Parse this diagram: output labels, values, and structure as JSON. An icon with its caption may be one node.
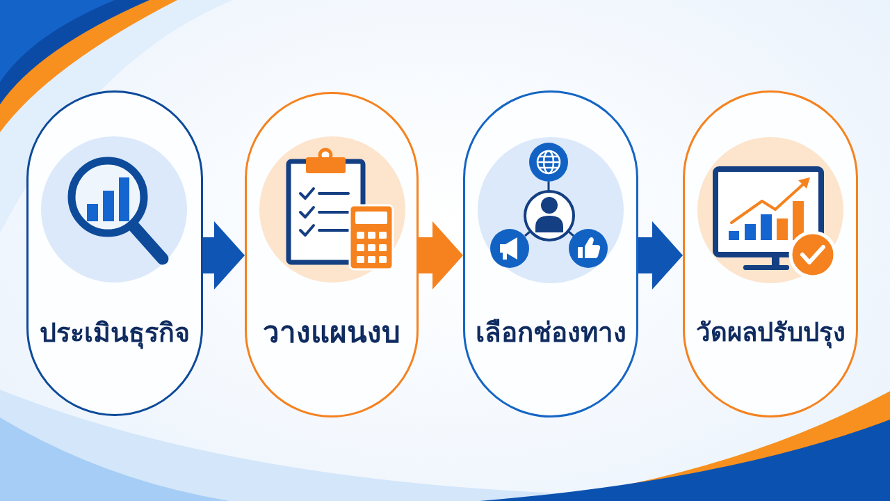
{
  "diagram": {
    "nodes": [
      {
        "text": [
          "ประเมินธุรกิจ"
        ]
      },
      {
        "text": [
          "วางแผนงบ"
        ]
      },
      {
        "text": [
          "เลือกช่องทาง"
        ]
      },
      {
        "text": [
          "วัดผลปรับปรุง"
        ]
      }
    ],
    "edges": [
      {
        "from": 0,
        "to": 1,
        "arrow": "to"
      },
      {
        "from": 1,
        "to": 2,
        "arrow": "to",
        "color": "#f5821f"
      },
      {
        "from": 2,
        "to": 3,
        "arrow": "to"
      }
    ]
  }
}
